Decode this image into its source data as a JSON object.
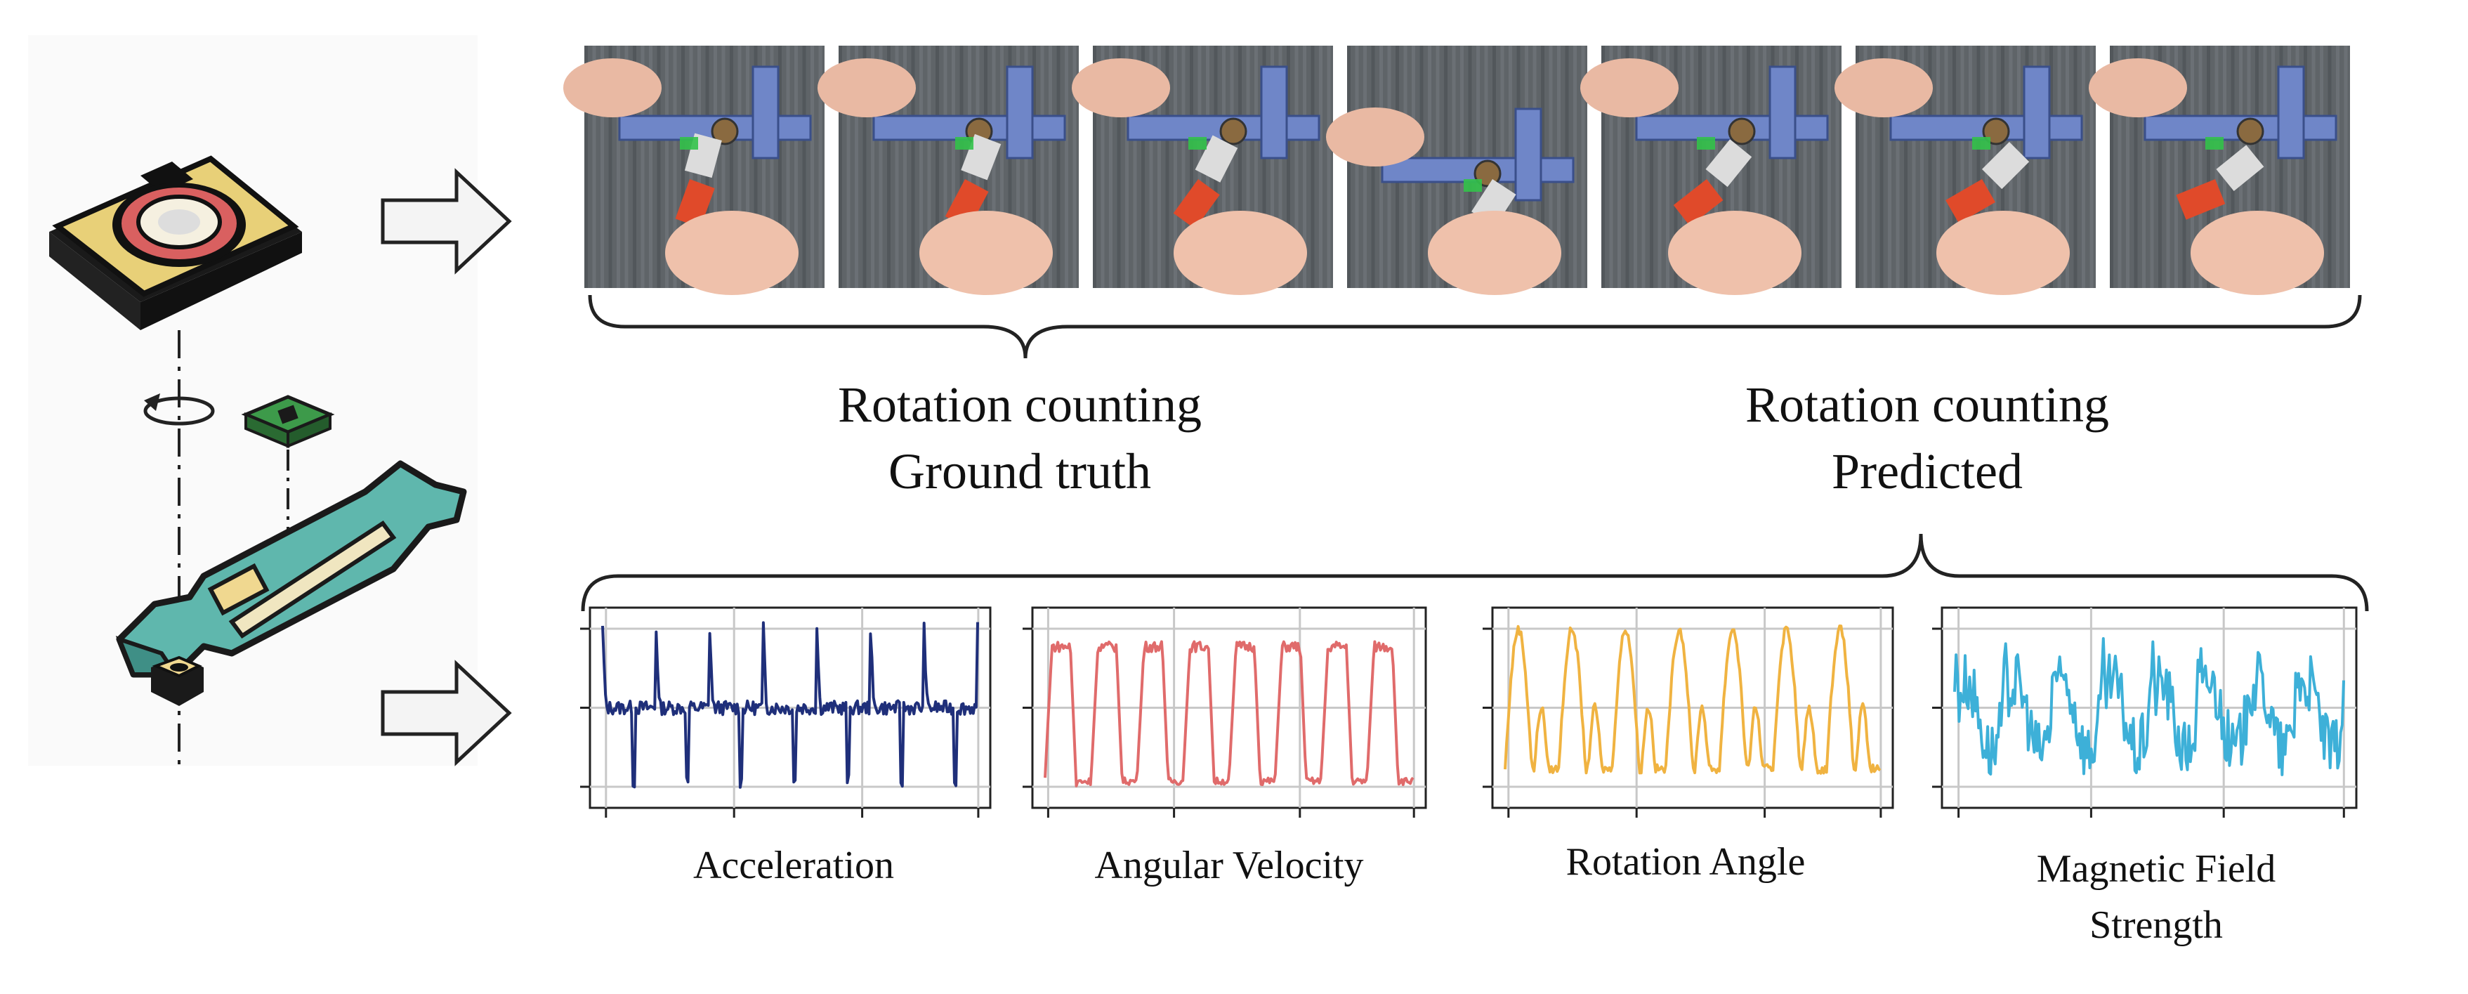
{
  "captions": {
    "ground_truth_line1": "Rotation counting",
    "ground_truth_line2": "Ground truth",
    "predicted_line1": "Rotation counting",
    "predicted_line2": "Predicted"
  },
  "signal_labels": {
    "acceleration": "Acceleration",
    "angular_velocity": "Angular Velocity",
    "rotation_angle": "Rotation Angle",
    "magnetic_line1": "Magnetic Field",
    "magnetic_line2": "Strength"
  },
  "video_frames": {
    "count": 7
  },
  "chart_data": [
    {
      "type": "line",
      "name_label": "Acceleration",
      "color": "#1f2f7a",
      "shape": "spike",
      "cycles": 7,
      "ylim": [
        0,
        1
      ],
      "grid": true
    },
    {
      "type": "line",
      "name_label": "Angular Velocity",
      "color": "#e06b6b",
      "shape": "square",
      "cycles": 8,
      "ylim": [
        0,
        1
      ],
      "grid": true
    },
    {
      "type": "line",
      "name_label": "Rotation Angle",
      "color": "#f0b341",
      "shape": "double-peak",
      "cycles": 7,
      "ylim": [
        0,
        1
      ],
      "grid": true
    },
    {
      "type": "line",
      "name_label": "Magnetic Field Strength",
      "color": "#3db0d8",
      "shape": "noisy",
      "cycles": 8,
      "ylim": [
        0,
        1
      ],
      "grid": true
    }
  ],
  "colors": {
    "camera_body": "#e8d078",
    "camera_lens_ring": "#d96060",
    "wrench": "#5fb7ad",
    "sensor_chip": "#3d9a4a",
    "nut": "#f0d890",
    "arrow_fill": "#f4f4f4"
  }
}
